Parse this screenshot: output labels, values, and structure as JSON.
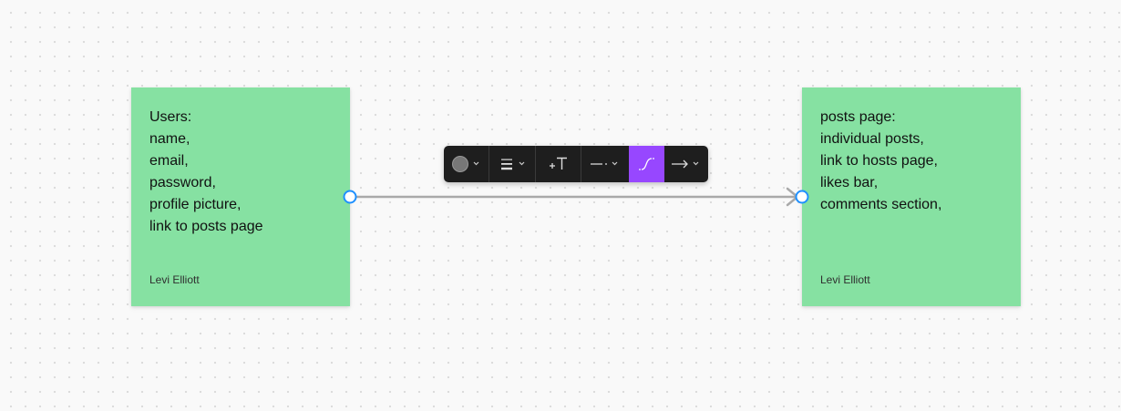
{
  "canvas": {
    "background": "#f9f9f9",
    "dot_color": "#dcdcdc"
  },
  "notes": [
    {
      "lines": [
        "Users:",
        "name,",
        "email,",
        "password,",
        "profile picture,",
        "link to posts page"
      ],
      "author": "Levi Elliott",
      "color": "#86e1a2"
    },
    {
      "lines": [
        "posts page:",
        "individual posts,",
        "link to hosts page,",
        "likes bar,",
        "comments section,"
      ],
      "author": "Levi Elliott",
      "color": "#86e1a2"
    }
  ],
  "connector": {
    "line_color": "#a9a9a9",
    "handle_color": "#1e90ff",
    "end": "arrow"
  },
  "toolbar": {
    "background": "#1e1e1e",
    "active_color": "#9747ff",
    "items": [
      {
        "name": "color-picker",
        "icon": "filled-circle-icon",
        "dropdown": true
      },
      {
        "name": "stroke-weight",
        "icon": "stroke-weight-icon",
        "dropdown": true
      },
      {
        "name": "add-text",
        "icon": "add-text-icon",
        "dropdown": false
      },
      {
        "name": "line-style",
        "icon": "dashed-line-icon",
        "dropdown": true
      },
      {
        "name": "curved-line",
        "icon": "curved-connector-icon",
        "dropdown": false,
        "active": true
      },
      {
        "name": "line-end",
        "icon": "arrow-end-icon",
        "dropdown": true
      }
    ]
  }
}
